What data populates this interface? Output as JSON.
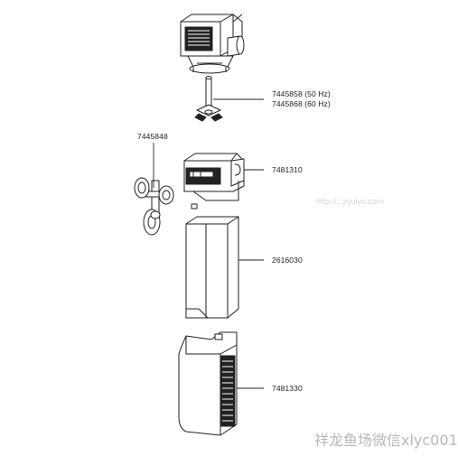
{
  "parts": [
    {
      "id": "impeller",
      "numbers": [
        "7445858 (50 Hz)",
        "7445868 (60 Hz)"
      ]
    },
    {
      "id": "suction-cup-holder",
      "numbers": [
        "7445848"
      ]
    },
    {
      "id": "filter-top-cover",
      "numbers": [
        "7481310"
      ]
    },
    {
      "id": "filter-sponge",
      "numbers": [
        "2616030"
      ]
    },
    {
      "id": "filter-housing",
      "numbers": [
        "7481330"
      ]
    }
  ],
  "watermark": {
    "text": "祥龙鱼场微信xlyc001",
    "faint_url": "http://...jiyuiyu.com"
  },
  "colors": {
    "line": "#222222",
    "fill": "#ffffff",
    "dark": "#111111",
    "watermark": "#b8b8b8"
  }
}
